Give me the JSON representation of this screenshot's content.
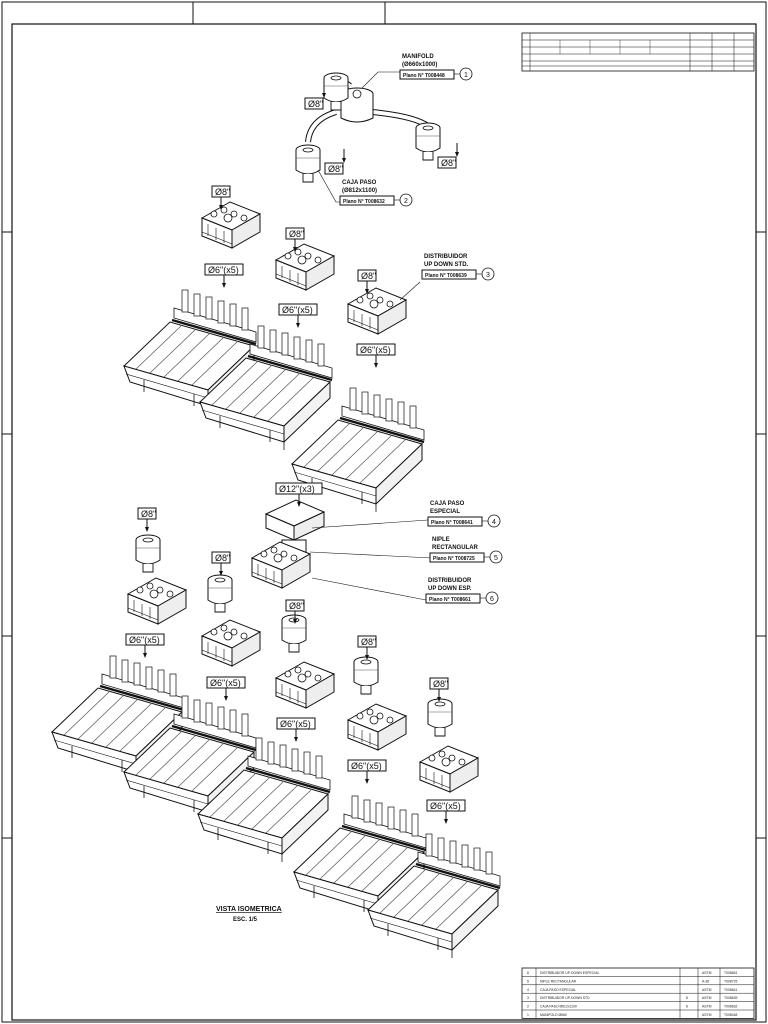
{
  "callouts": [
    {
      "id": "1",
      "title_1": "MANIFOLD",
      "title_2": "(Ø660x1000)",
      "plano": "Plano N° T008448"
    },
    {
      "id": "2",
      "title_1": "CAJA PASO",
      "title_2": "(Ø812x1100)",
      "plano": "Plano N° T008632"
    },
    {
      "id": "3",
      "title_1": "DISTRIBUIDOR",
      "title_2": "UP DOWN STD.",
      "plano": "Plano N° T008639"
    },
    {
      "id": "4",
      "title_1": "CAJA PASO",
      "title_2": "ESPECIAL",
      "plano": "Plano N° T008641"
    },
    {
      "id": "5",
      "title_1": "NIPLE",
      "title_2": "RECTANGULAR",
      "plano": "Plano N° T008725"
    },
    {
      "id": "6",
      "title_1": "DISTRIBUIDOR",
      "title_2": "UP DOWN ESP.",
      "plano": "Plano N° T008661"
    }
  ],
  "size_tags": {
    "d8": "Ø8\"",
    "d6x5": "Ø6\"(x5)",
    "d12x3": "Ø12\"(x3)"
  },
  "view_title": "VISTA ISOMETRICA",
  "view_scale": "ESC. 1/5",
  "bom_rows": [
    {
      "item": "6",
      "desc": "DISTRIBUIDOR UP-DOWN ESPECIAL",
      "qty": "",
      "mat": "ASTM",
      "plano": "T008661"
    },
    {
      "item": "5",
      "desc": "NIPLE RECTANGULAR",
      "qty": "",
      "mat": "A-36",
      "plano": "T008725"
    },
    {
      "item": "4",
      "desc": "CAJA PASO ESPECIAL",
      "qty": "",
      "mat": "ASTM",
      "plano": "T008641"
    },
    {
      "item": "3",
      "desc": "DISTRIBUIDOR UP-DOWN STD",
      "qty": "8",
      "mat": "ASTM",
      "plano": "T008639"
    },
    {
      "item": "2",
      "desc": "CAJA PASO Ø812x1100",
      "qty": "8",
      "mat": "ASTM",
      "plano": "T008632"
    },
    {
      "item": "1",
      "desc": "MANIFOLD Ø660",
      "qty": "",
      "mat": "ASTM",
      "plano": "T008448"
    }
  ]
}
